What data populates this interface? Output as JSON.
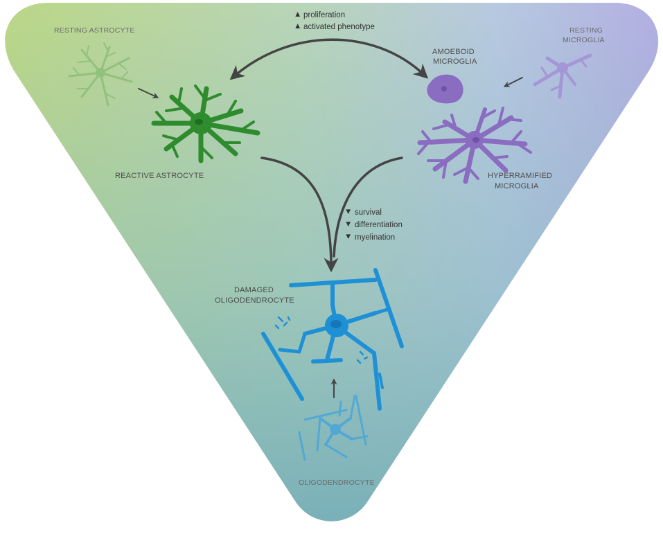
{
  "labels": {
    "resting_astrocyte": "RESTING ASTROCYTE",
    "reactive_astrocyte": "REACTIVE ASTROCYTE",
    "amoeboid_microglia_1": "AMOEBOID",
    "amoeboid_microglia_2": "MICROGLIA",
    "resting_microglia_1": "RESTING",
    "resting_microglia_2": "MICROGLIA",
    "hyperramified_microglia_1": "HYPERRAMIFIED",
    "hyperramified_microglia_2": "MICROGLIA",
    "damaged_oligo_1": "DAMAGED",
    "damaged_oligo_2": "OLIGODENDROCYTE",
    "oligodendrocyte": "OLIGODENDROCYTE"
  },
  "top_effects": {
    "marker": "▲",
    "items": [
      "proliferation",
      "activated phenotype"
    ]
  },
  "bottom_effects": {
    "marker": "▼",
    "items": [
      "survival",
      "differentiation",
      "myelination"
    ]
  },
  "colors": {
    "astrocyte": "#2e8b2e",
    "astrocyte_resting": "#8fc07a",
    "microglia": "#8a6cc0",
    "microglia_resting": "#a596d6",
    "oligodendrocyte": "#1e90d6",
    "oligodendrocyte_resting": "#4aa6d8",
    "arrow": "#444444"
  }
}
